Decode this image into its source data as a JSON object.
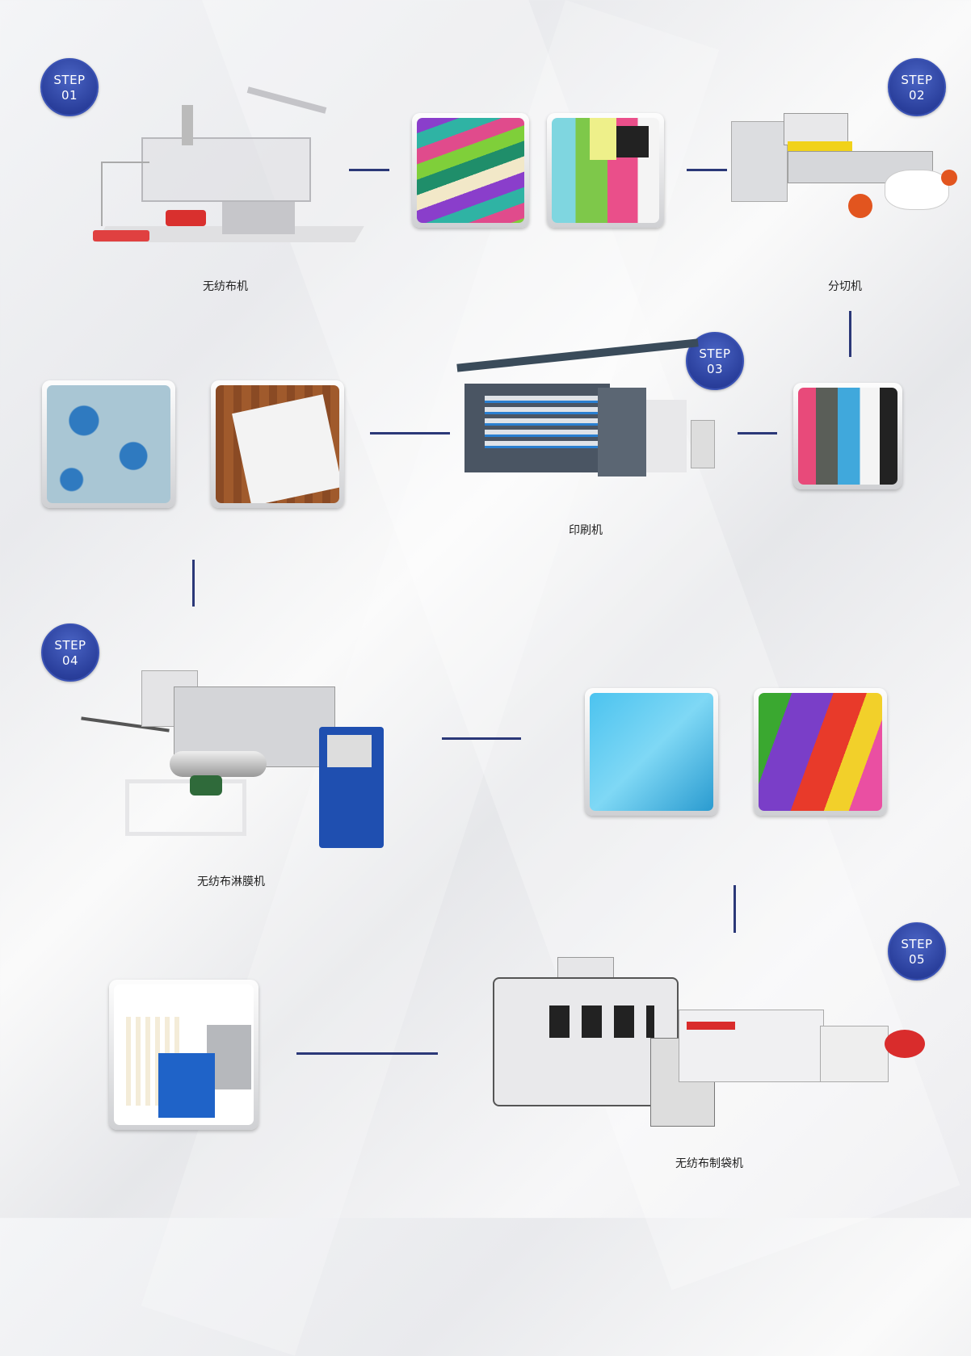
{
  "steps": [
    {
      "line1": "STEP",
      "line2": "01",
      "machine": "无纺布机"
    },
    {
      "line1": "STEP",
      "line2": "02",
      "machine": "分切机"
    },
    {
      "line1": "STEP",
      "line2": "03",
      "machine": "印刷机"
    },
    {
      "line1": "STEP",
      "line2": "04",
      "machine": "无纺布淋膜机"
    },
    {
      "line1": "STEP",
      "line2": "05",
      "machine": "无纺布制袋机"
    }
  ],
  "colors": {
    "badge": "#2a3f9c",
    "connector": "#2b3878"
  }
}
